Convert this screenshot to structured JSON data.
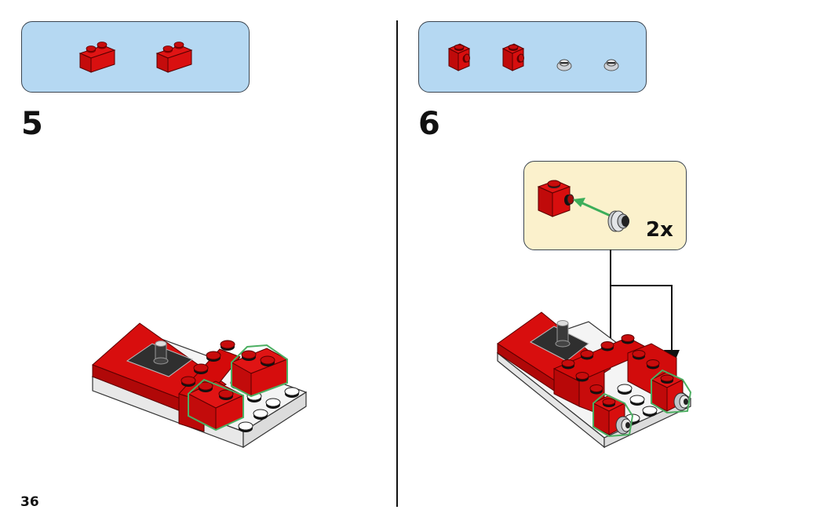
{
  "page": {
    "number": "36"
  },
  "colors": {
    "parts_bg": "#b5d8f2",
    "callout_bg": "#fbf1cc",
    "brick_red": "#d40a0a",
    "highlight_green": "#4caf62"
  },
  "steps": [
    {
      "number": "5",
      "parts": [
        {
          "name": "red-brick-1x2",
          "icon": "red-brick-1x2-icon"
        },
        {
          "name": "red-brick-1x2",
          "icon": "red-brick-1x2-icon"
        }
      ]
    },
    {
      "number": "6",
      "parts": [
        {
          "name": "red-brick-1x1-with-side-stud",
          "icon": "red-brick-1x1-side-stud-icon"
        },
        {
          "name": "red-brick-1x1-with-side-stud",
          "icon": "red-brick-1x1-side-stud-icon"
        },
        {
          "name": "silver-round-plate",
          "icon": "silver-round-plate-icon"
        },
        {
          "name": "silver-round-plate",
          "icon": "silver-round-plate-icon"
        }
      ],
      "callout": {
        "quantity": "2x"
      }
    }
  ]
}
